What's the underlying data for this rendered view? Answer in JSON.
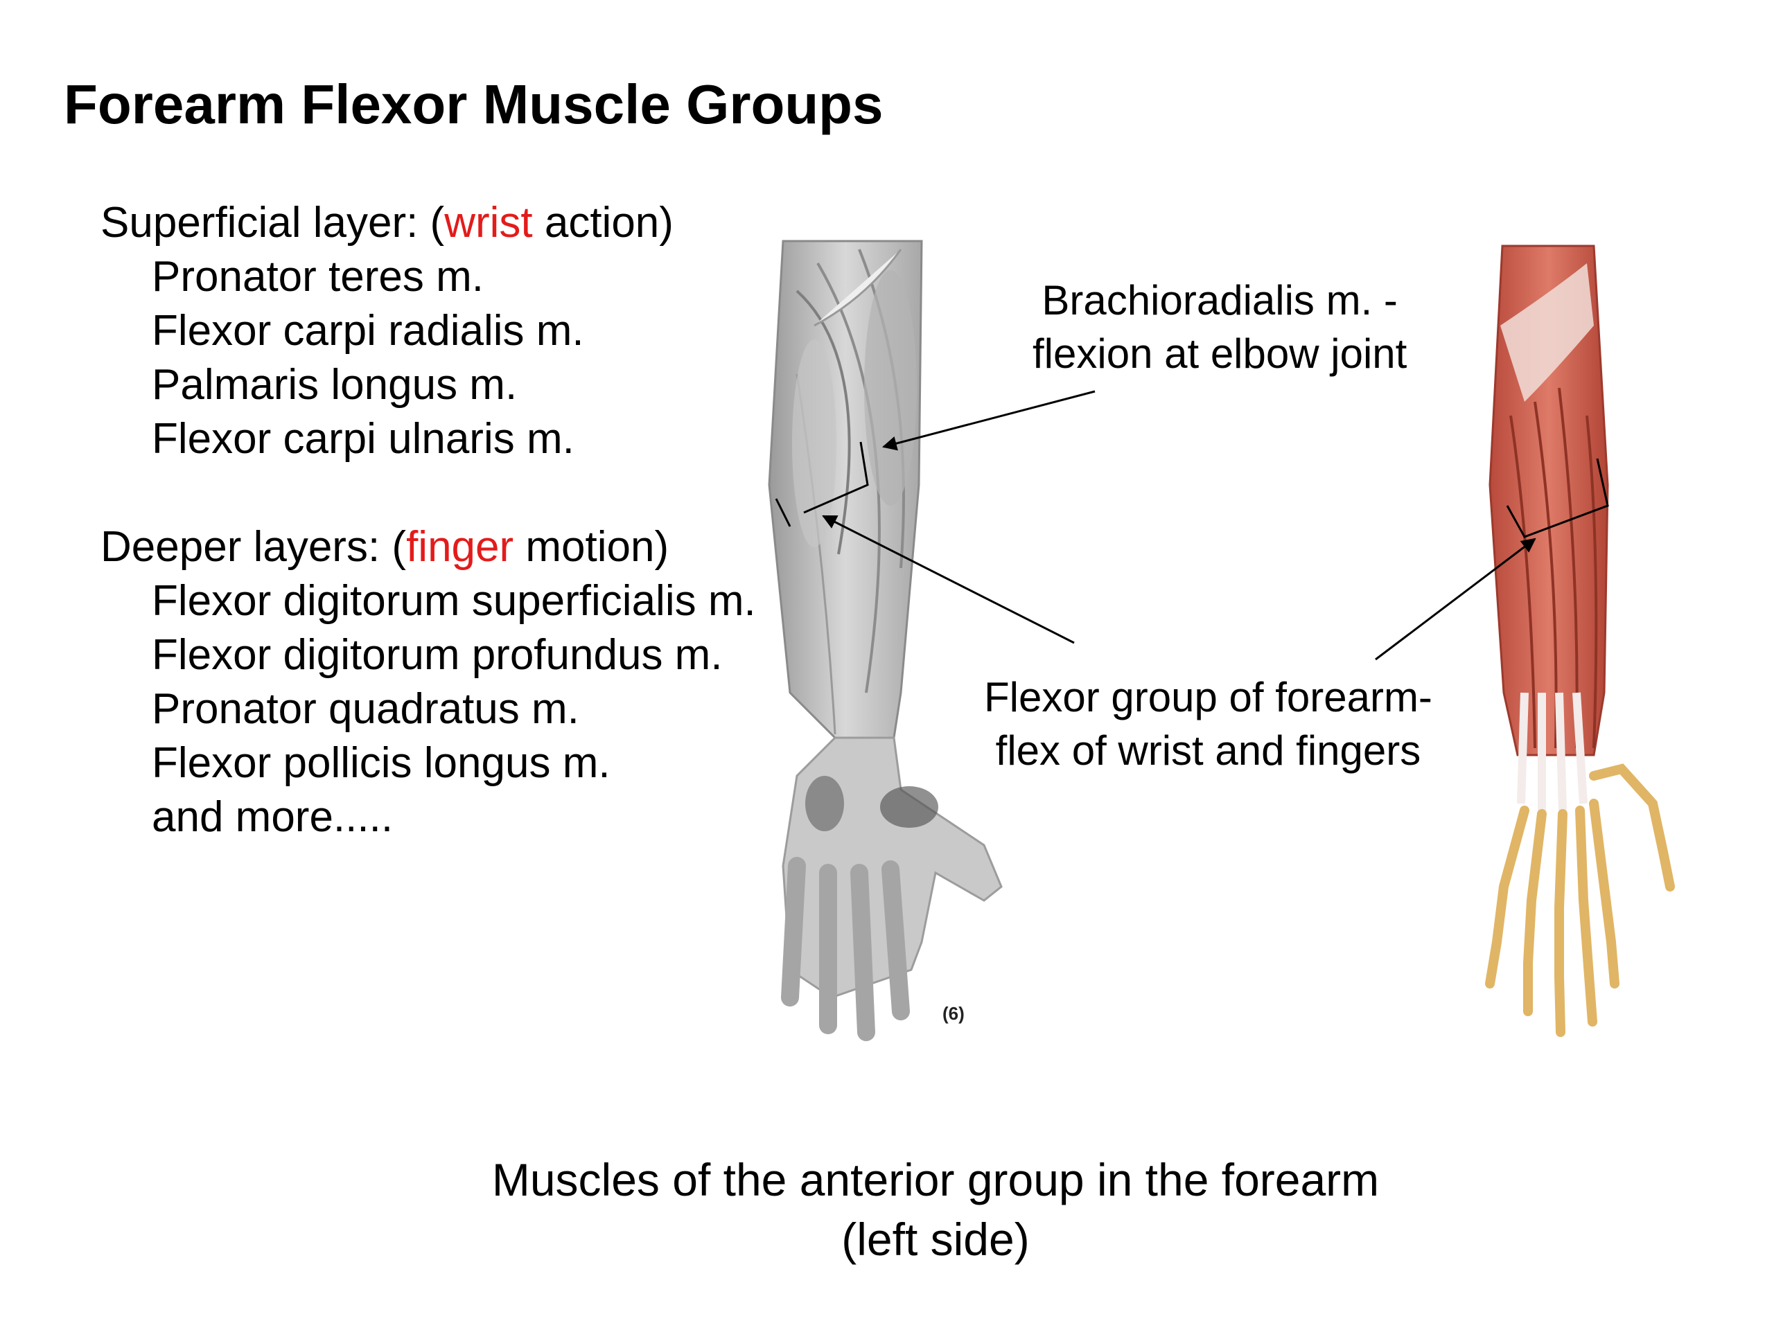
{
  "title": "Forearm Flexor Muscle Groups",
  "superficial": {
    "prefix": "Superficial layer: (",
    "accent": "wrist",
    "suffix": " action)",
    "items": [
      "Pronator teres m.",
      "Flexor carpi radialis m.",
      "Palmaris longus m.",
      "Flexor carpi ulnaris m."
    ]
  },
  "deeper": {
    "prefix": "Deeper layers: (",
    "accent": "finger",
    "suffix": " motion)",
    "items": [
      "Flexor digitorum superficialis m.",
      "Flexor digitorum profundus m.",
      "Pronator quadratus m.",
      "Flexor pollicis longus m.",
      "and more....."
    ]
  },
  "labels": {
    "brachioradialis": [
      "Brachioradialis m. -",
      "flexion at elbow joint"
    ],
    "flexor_group": [
      "Flexor group of forearm-",
      "flex of wrist and fingers"
    ]
  },
  "figure_label": "(6)",
  "caption": [
    "Muscles of the anterior group in the forearm",
    "(left side)"
  ],
  "colors": {
    "accent": "#e31b1b",
    "muscle_red": "#c9574a",
    "bone": "#e6c27a",
    "gray_muscle": "#b8b8b8"
  }
}
